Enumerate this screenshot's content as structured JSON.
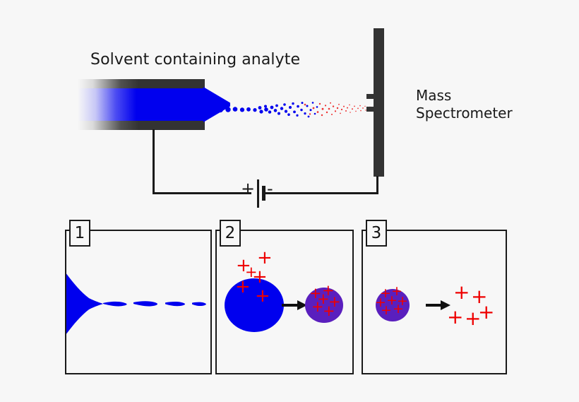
{
  "diagram": {
    "title_label": "Solvent containing analyte",
    "instrument_label_line1": "Mass",
    "instrument_label_line2": "Spectrometer",
    "battery": {
      "positive_label": "+",
      "negative_label": "-"
    },
    "colors": {
      "background": "#f7f7f7",
      "solvent_blue": "#0000ee",
      "charge_red": "#ee0000",
      "droplet_purple": "#5a1fbe",
      "capillary_gray": "#333333",
      "outline_black": "#1a1a1a"
    },
    "panels": [
      {
        "number": "1",
        "stage_name": "taylor-cone-and-droplet-formation",
        "droplet_count": 4
      },
      {
        "number": "2",
        "stage_name": "solvent-evaporation-droplet-shrinks",
        "large_droplet_charges": 6,
        "small_droplet_charges": 6,
        "charge_symbol": "+"
      },
      {
        "number": "3",
        "stage_name": "coulomb-fission-free-ions-released",
        "droplet_charges": 7,
        "free_ion_count": 5,
        "charge_symbol": "+"
      }
    ],
    "spray": {
      "large_droplet_color": "#0000ee",
      "small_droplet_color": "#ee3333"
    }
  }
}
